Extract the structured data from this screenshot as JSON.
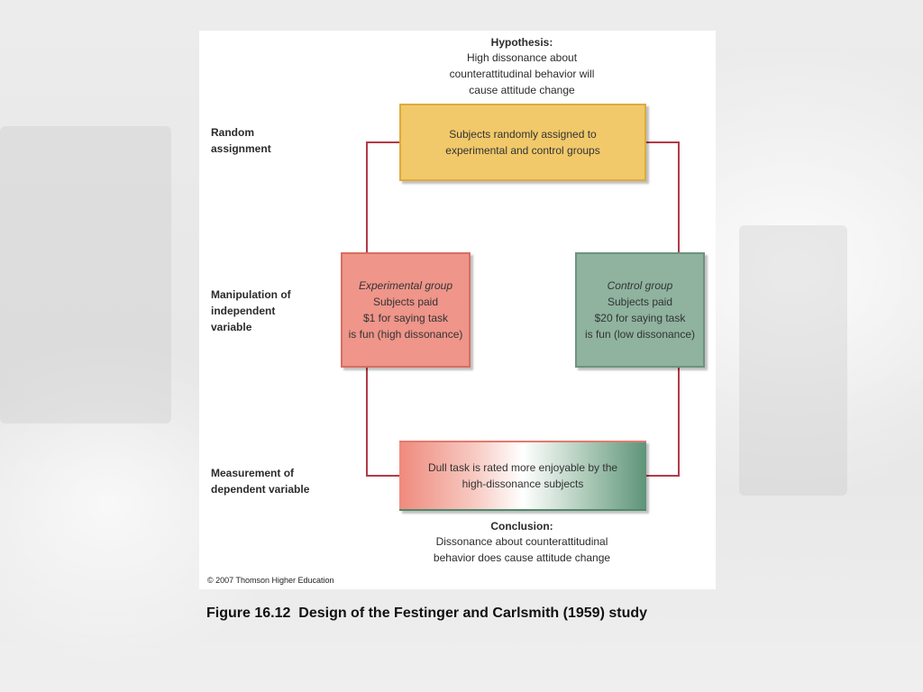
{
  "hypothesis": {
    "heading": "Hypothesis:",
    "text": "High dissonance about\ncounterattitudinal behavior will\ncause attitude change"
  },
  "stages": {
    "random_assignment": "Random\nassignment",
    "manipulation": "Manipulation of\nindependent\nvariable",
    "measurement": "Measurement of\ndependent variable"
  },
  "assignment_box": {
    "text": "Subjects randomly assigned to\nexperimental and control groups"
  },
  "experimental_group": {
    "title": "Experimental group",
    "text": "Subjects paid\n$1 for saying task\nis fun (high dissonance)"
  },
  "control_group": {
    "title": "Control group",
    "text": "Subjects paid\n$20 for saying task\nis fun (low dissonance)"
  },
  "result_box": {
    "text": "Dull task is rated more enjoyable by the\nhigh-dissonance subjects"
  },
  "conclusion": {
    "heading": "Conclusion:",
    "text": "Dissonance about counterattitudinal\nbehavior does cause attitude change"
  },
  "copyright": "© 2007 Thomson Higher Education",
  "caption": "Figure 16.12  Design of the Festinger and Carlsmith (1959) study",
  "colors": {
    "assignment": "#f1c96a",
    "experimental": "#ef958a",
    "control": "#8fb39f",
    "arrow_line": "#b23a48",
    "arrow_head": "#d8454f"
  }
}
